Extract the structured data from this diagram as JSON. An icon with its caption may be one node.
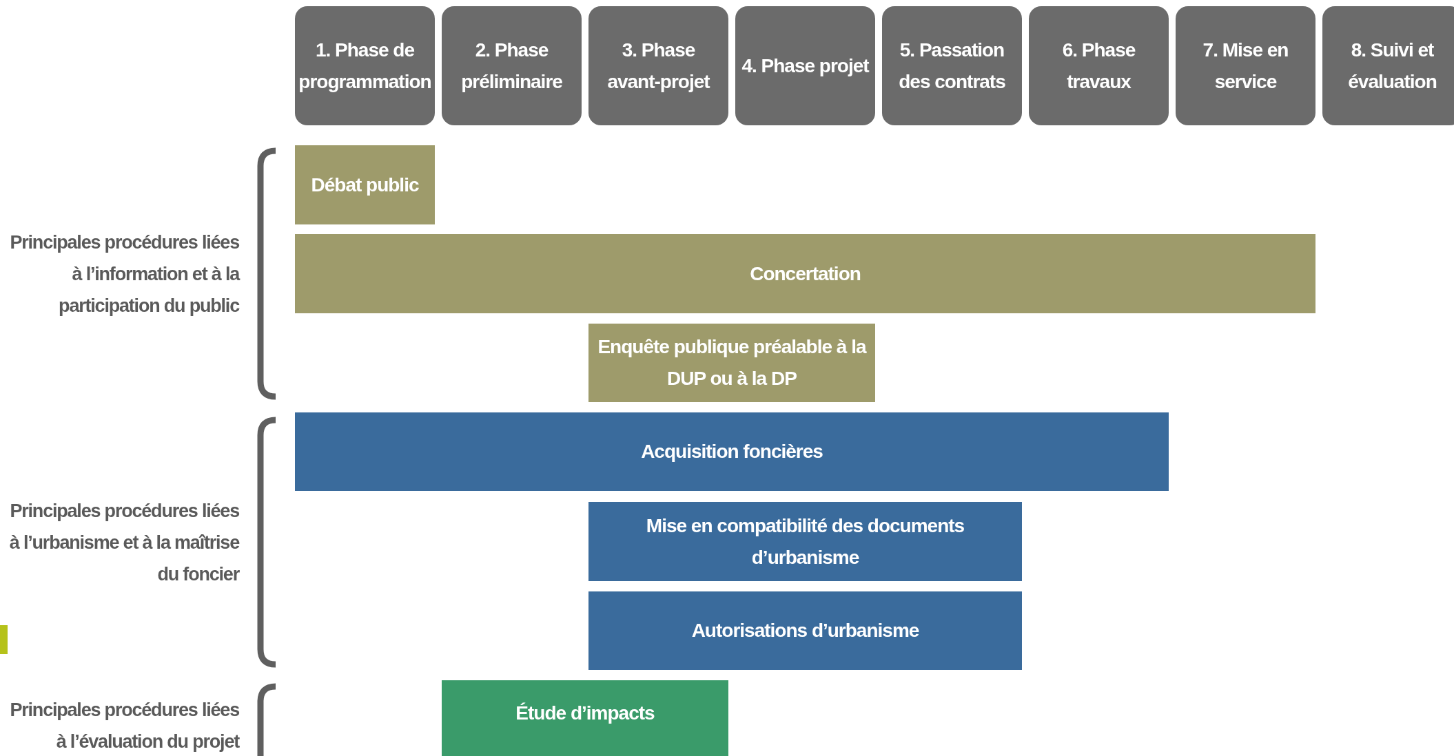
{
  "diagram": {
    "nodes": [
      {
        "text": [
          "1. Phase de programmation"
        ]
      },
      {
        "text": [
          "2. Phase préliminaire"
        ]
      },
      {
        "text": [
          "3. Phase avant-projet"
        ]
      },
      {
        "text": [
          "4. Phase projet"
        ]
      },
      {
        "text": [
          "5. Passation des contrats"
        ]
      },
      {
        "text": [
          "6. Phase travaux"
        ]
      },
      {
        "text": [
          "7. Mise en service"
        ]
      },
      {
        "text": [
          "8. Suivi et évaluation"
        ]
      },
      {
        "text": [
          "Débat public"
        ]
      },
      {
        "text": [
          "Concertation"
        ]
      },
      {
        "text": [
          "Enquête publique préalable à la DUP ou à la DP"
        ]
      },
      {
        "text": [
          "Acquisition foncières"
        ]
      },
      {
        "text": [
          "Mise en compatibilité des documents d’urbanisme"
        ]
      },
      {
        "text": [
          "Autorisations d’urbanisme"
        ]
      },
      {
        "text": [
          "Étude d’impacts"
        ]
      }
    ],
    "labels": [
      "Principales procédures liées à l’information et à la participation du public",
      "Principales procédures liées à l’urbanisme et à la maîtrise du foncier",
      "Principales procédures liées à l’évaluation du projet"
    ]
  }
}
